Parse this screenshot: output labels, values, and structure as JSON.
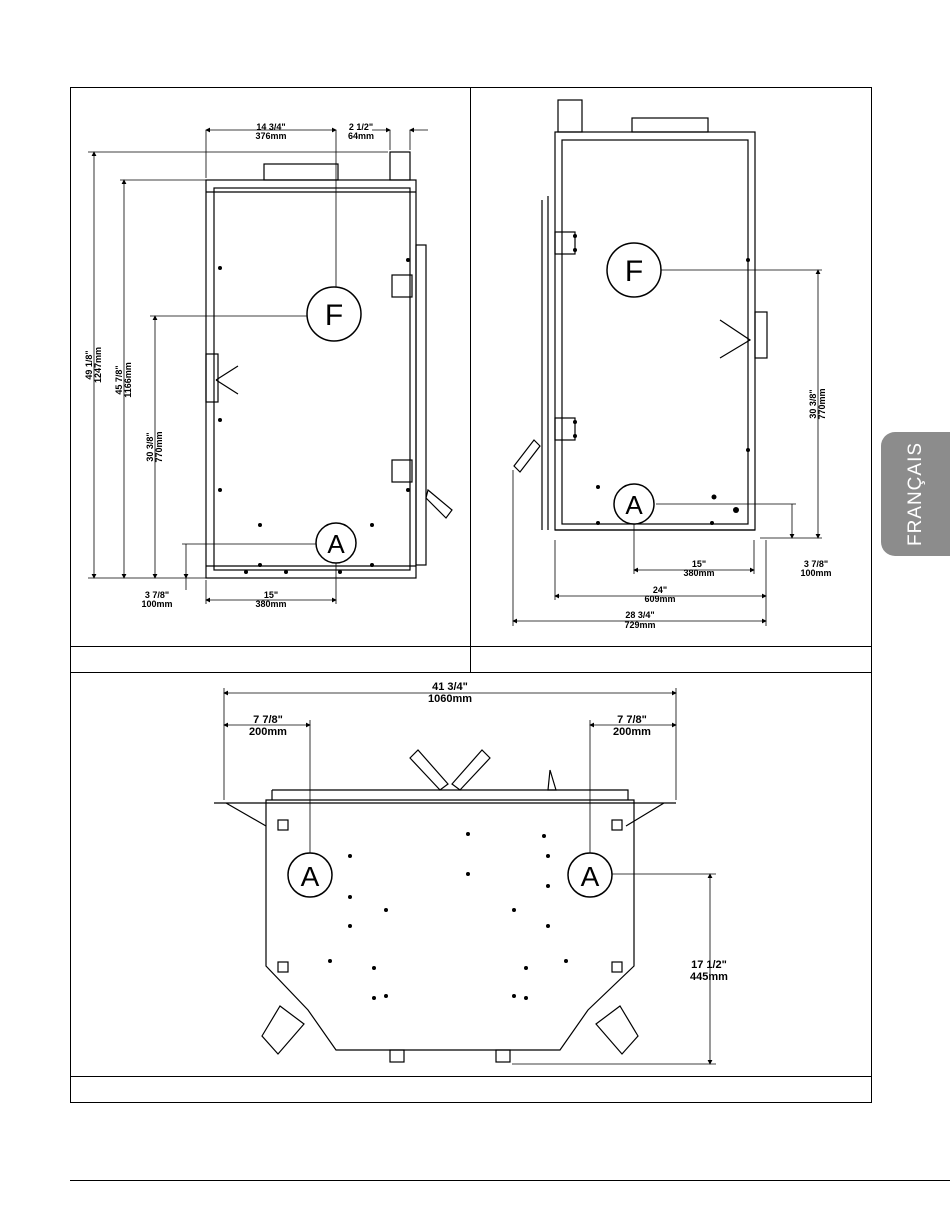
{
  "side_tab": {
    "label": "FRANÇAIS"
  },
  "captions": {
    "top_left": "",
    "top_right": "",
    "bottom": ""
  },
  "markers": {
    "f": "F",
    "a": "A"
  },
  "front_view": {
    "dim_width_f": {
      "in": "14 3/4\"",
      "mm": "376mm"
    },
    "dim_flue": {
      "in": "2 1/2\"",
      "mm": "64mm"
    },
    "dim_total_height": {
      "in": "49 1/8\"",
      "mm": "1247mm"
    },
    "dim_body_height": {
      "in": "45 7/8\"",
      "mm": "1166mm"
    },
    "dim_height_f": {
      "in": "30 3/8\"",
      "mm": "770mm"
    },
    "dim_height_a": {
      "in": "3 7/8\"",
      "mm": "100mm"
    },
    "dim_width_a": {
      "in": "15\"",
      "mm": "380mm"
    }
  },
  "side_view": {
    "dim_height_f": {
      "in": "30 3/8\"",
      "mm": "770mm"
    },
    "dim_width_a": {
      "in": "15\"",
      "mm": "380mm"
    },
    "dim_height_a": {
      "in": "3 7/8\"",
      "mm": "100mm"
    },
    "dim_depth_body": {
      "in": "24\"",
      "mm": "609mm"
    },
    "dim_depth_total": {
      "in": "28 3/4\"",
      "mm": "729mm"
    }
  },
  "top_view": {
    "dim_total_width": {
      "in": "41 3/4\"",
      "mm": "1060mm"
    },
    "dim_left_a": {
      "in": "7 7/8\"",
      "mm": "200mm"
    },
    "dim_right_a": {
      "in": "7 7/8\"",
      "mm": "200mm"
    },
    "dim_depth_a": {
      "in": "17 1/2\"",
      "mm": "445mm"
    }
  }
}
